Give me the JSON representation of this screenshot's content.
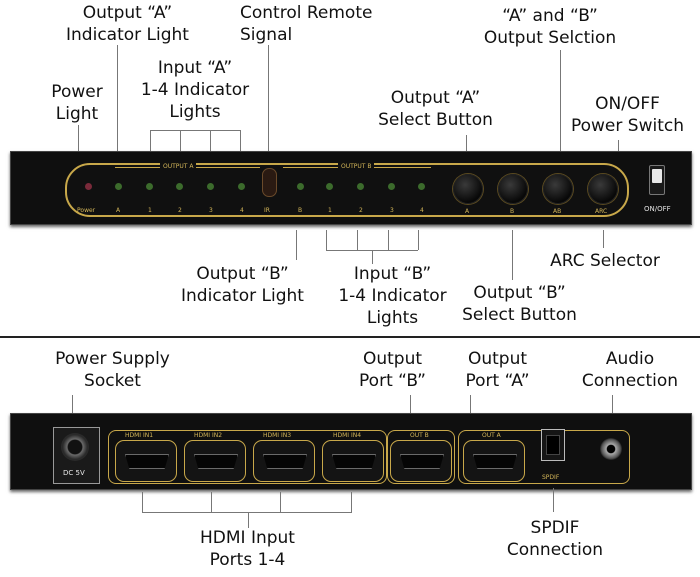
{
  "labels": {
    "output_a_indicator": "Output “A”\nIndicator Light",
    "control_remote": "Control Remote\nSignal",
    "a_b_output_selection": "“A” and “B”\nOutput Selction",
    "power_light": "Power\nLight",
    "input_a_lights": "Input “A”\n1-4 Indicator\nLights",
    "output_a_select": "Output “A”\nSelect Button",
    "on_off_switch": "ON/OFF\nPower Switch",
    "output_b_indicator": "Output “B”\nIndicator Light",
    "input_b_lights": "Input “B”\n1-4 Indicator\nLights",
    "output_b_select": "Output “B”\nSelect Button",
    "arc_selector": "ARC Selector",
    "power_supply": "Power Supply\nSocket",
    "output_port_b": "Output\nPort “B”",
    "output_port_a": "Output\nPort “A”",
    "audio_connection": "Audio\nConnection",
    "hdmi_inputs": "HDMI Input\nPorts 1-4",
    "spdif_connection": "SPDIF\nConnection"
  },
  "front_panel": {
    "group_a": "OUTPUT A",
    "group_b": "OUTPUT B",
    "marks": [
      "Power",
      "A",
      "1",
      "2",
      "3",
      "4",
      "IR",
      "B",
      "1",
      "2",
      "3",
      "4"
    ],
    "buttons": [
      "A",
      "B",
      "AB",
      "ARC"
    ],
    "switch": "ON/OFF"
  },
  "rear_panel": {
    "dc": "DC 5V",
    "hdmi_in": [
      "HDMI IN1",
      "HDMI IN2",
      "HDMI IN3",
      "HDMI IN4"
    ],
    "out_b": "OUT B",
    "out_a": "OUT A",
    "spdif": "SPDIF"
  },
  "colors": {
    "gold": "#c8a84a",
    "led_green": "#3c6b2c",
    "led_red": "#7a2a3a"
  }
}
